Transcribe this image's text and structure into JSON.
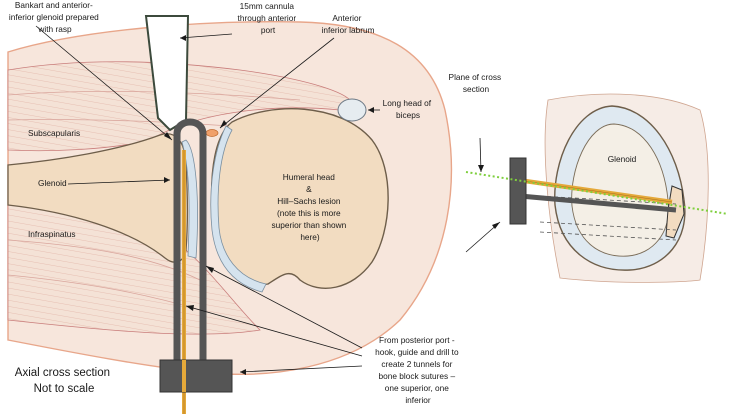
{
  "labels": {
    "bankart": [
      "Bankart and anterior-",
      "inferior glenoid prepared",
      "with rasp"
    ],
    "cannula": [
      "15mm cannula",
      "through anterior",
      "port"
    ],
    "labrum": [
      "Anterior",
      "inferior labrum"
    ],
    "biceps": [
      "Long head of",
      "biceps"
    ],
    "subscapularis": "Subscapularis",
    "glenoid_left": "Glenoid",
    "infraspinatus": "Infraspinatus",
    "humeral": [
      "Humeral head",
      "&",
      "Hill–Sachs lesion",
      "(note this is more",
      "superior than shown",
      "here)"
    ],
    "plane": [
      "Plane of cross",
      "section"
    ],
    "glenoid_right": "Glenoid",
    "posterior": [
      "From posterior port -",
      "hook, guide and drill to",
      "create 2 tunnels for",
      "bone block sutures –",
      "one superior, one",
      "inferior"
    ],
    "axial": [
      "Axial cross section",
      "Not to scale"
    ]
  },
  "colors": {
    "muscle": "#efd3cc",
    "muscle_line": "#c97d7b",
    "skin_line": "#e8a68a",
    "bone": "#f2dcc1",
    "bone_line": "#6e5e4a",
    "cartilage": "#d5e3ee",
    "instrument": "#555555",
    "drill": "#e5a93a",
    "plane": "#7fcf3e"
  }
}
